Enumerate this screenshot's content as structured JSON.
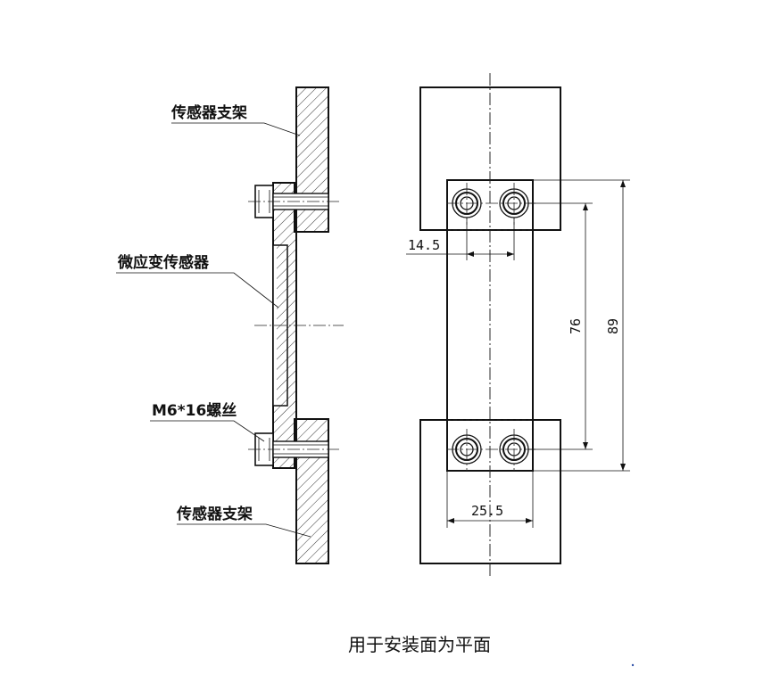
{
  "side_view": {
    "label_top_bracket": "传感器支架",
    "label_sensor": "微应变传感器",
    "label_screw": "M6*16螺丝",
    "label_bottom_bracket": "传感器支架"
  },
  "front_view": {
    "dim_hole_spacing_top": "14.5",
    "dim_hole_spacing_bottom": "25.5",
    "dim_inner_height": "76",
    "dim_outer_height": "89"
  },
  "note": "用于安装面为平面"
}
